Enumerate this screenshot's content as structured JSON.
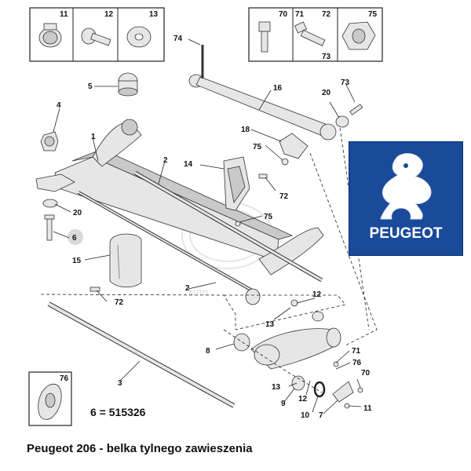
{
  "caption": "Peugeot 206 - belka tylnego zawieszenia",
  "part_note": "6 = 515326",
  "logo": {
    "brand_text": "PEUGEOT",
    "background_color": "#1a4a9a",
    "icon": "lion-icon"
  },
  "accent_color": "#1a4a9a",
  "inset_boxes": {
    "left": [
      "11",
      "12",
      "13"
    ],
    "right": [
      "70",
      "71",
      "72",
      "73",
      "75"
    ],
    "bottom": [
      "76"
    ]
  },
  "part_labels": {
    "p1": "1",
    "p2a": "2",
    "p2b": "2",
    "p3": "3",
    "p4": "4",
    "p5": "5",
    "p6": "6",
    "p7": "7",
    "p8": "8",
    "p9": "9",
    "p10": "10",
    "p11": "11",
    "p12a": "12",
    "p12b": "12",
    "p13a": "13",
    "p13b": "13",
    "p14": "14",
    "p15": "15",
    "p16": "16",
    "p18": "18",
    "p20a": "20",
    "p20b": "20",
    "p70": "70",
    "p71": "71",
    "p72a": "72",
    "p72b": "72",
    "p73": "73",
    "p74": "74",
    "p75a": "75",
    "p75b": "75",
    "p76": "76"
  },
  "watermark_text": "AUTO"
}
